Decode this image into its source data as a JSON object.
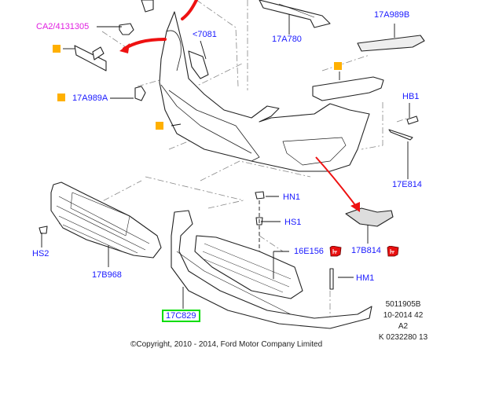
{
  "diagram": {
    "title": "Front bumper exploded parts diagram",
    "colors": {
      "part_label": "#1a1aff",
      "ref_label": "#e020e0",
      "highlight_box": "#00dd00",
      "marker": "#ffb000",
      "arrow": "#ee1111",
      "line": "#222222"
    },
    "labels": {
      "ca2": "CA2/4131305",
      "a989a": "17A989A",
      "r7081": "<7081",
      "a780": "17A780",
      "a989b": "17A989B",
      "hb1": "HB1",
      "e814": "17E814",
      "hn1": "HN1",
      "hs1": "HS1",
      "hs2": "HS2",
      "b968": "17B968",
      "e156": "16E156",
      "b814": "17B814",
      "hm1": "HM1",
      "c829": "17C829"
    },
    "selected_part": "17C829",
    "info_block": {
      "line1": "5011905B",
      "line2": "10-2014 42",
      "line3": "A2",
      "line4": "K 0232280 13"
    },
    "copyright": "©Copyright, 2010 - 2014, Ford Motor Company Limited",
    "icons": {
      "marker": "orange-square-marker-icon",
      "note": "red-note-icon",
      "arrow": "red-curved-arrow-icon"
    }
  }
}
